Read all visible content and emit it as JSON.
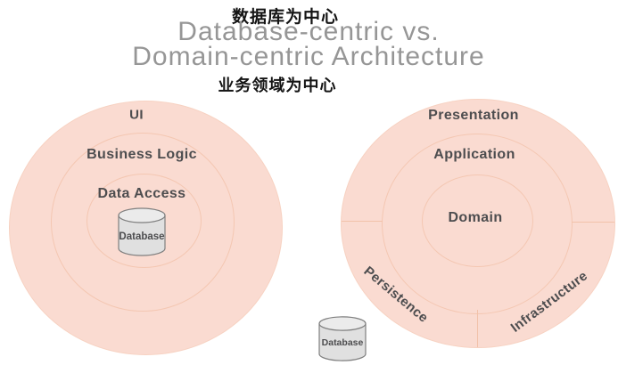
{
  "header": {
    "zh_top": "数据库为中心",
    "title_line1": "Database-centric vs.",
    "title_line2": "Domain-centric Architecture",
    "zh_bottom": "业务领域为中心"
  },
  "colors": {
    "circle_fill": "#fadbd1",
    "circle_border": "#f4c7b2",
    "ring_label": "#4d4d4f",
    "title_text": "#969696",
    "zh_text": "#141414",
    "cylinder_fill": "#e0e0e0",
    "cylinder_top": "#ebebeb",
    "cylinder_border": "#7f7f7f"
  },
  "left_diagram": {
    "name": "Database-centric",
    "rings": [
      {
        "label": "UI"
      },
      {
        "label": "Business Logic"
      },
      {
        "label": "Data Access"
      }
    ],
    "database_label": "Database"
  },
  "right_diagram": {
    "name": "Domain-centric",
    "rings": [
      {
        "label": "Presentation"
      },
      {
        "label": "Application"
      },
      {
        "label": "Domain"
      }
    ],
    "segments": [
      {
        "label": "Persistence"
      },
      {
        "label": "Infrastructure"
      }
    ],
    "database_label": "Database"
  }
}
